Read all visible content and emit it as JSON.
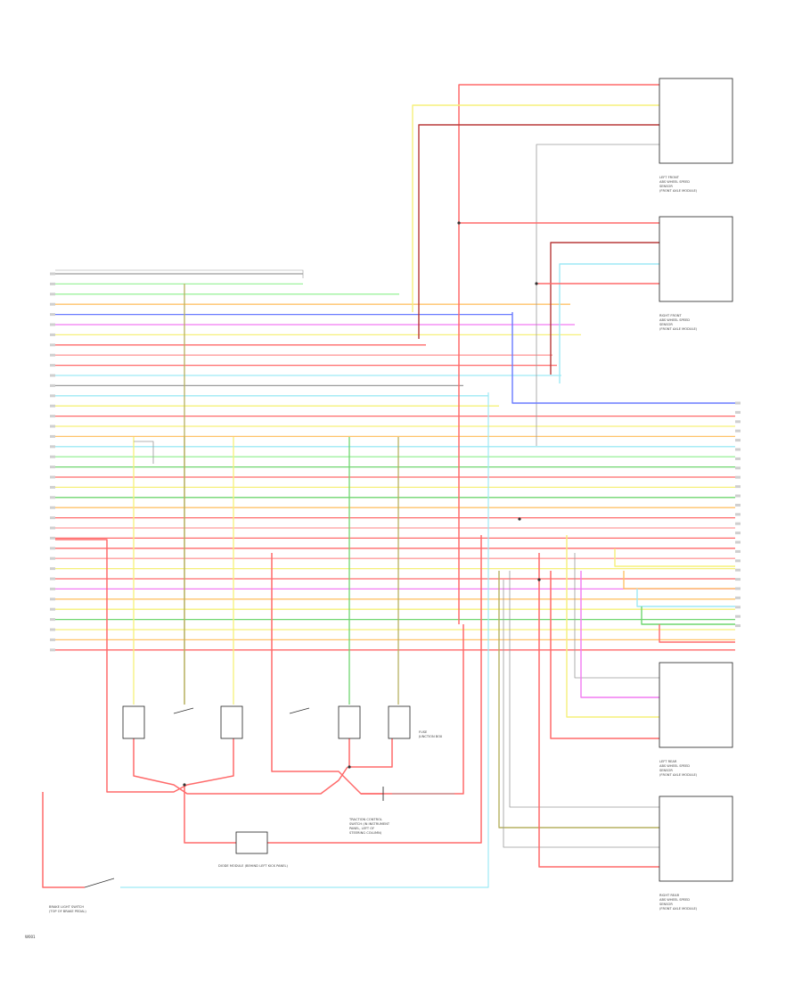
{
  "figure_ref": "W001",
  "colors": {
    "red": "#ff6a6a",
    "pink": "#ff9d9d",
    "yellow": "#f6f07a",
    "lightgreen": "#9ff29f",
    "green": "#6fd66f",
    "cyan": "#9ee9f5",
    "blue": "#6a7bff",
    "magenta": "#f27af2",
    "orange": "#ffc36a",
    "gray": "#9a9a9a",
    "darkred": "#b83a3a",
    "olive": "#b6b060"
  },
  "sensors": [
    {
      "id": "lf",
      "caption": "LEFT FRONT\nABS WHEEL SPEED\nSENSOR\n(FRONT AXLE MODULE)"
    },
    {
      "id": "rf",
      "caption": "RIGHT FRONT\nABS WHEEL SPEED\nSENSOR\n(FRONT AXLE MODULE)"
    },
    {
      "id": "lr",
      "caption": "LEFT REAR\nABS WHEEL SPEED\nSENSOR\n(FRONT AXLE MODULE)"
    },
    {
      "id": "rr",
      "caption": "RIGHT REAR\nABS WHEEL SPEED\nSENSOR\n(FRONT AXLE MODULE)"
    }
  ],
  "lower_labels": {
    "traction_switch": "TRACTION CONTROL\nSWITCH (IN INSTRUMENT\nPANEL, LEFT OF\nSTEERING COLUMN)",
    "diode_module": "DIODE MODULE (BEHIND LEFT KICK PANEL)",
    "brake_switch": "BRAKE LIGHT SWITCH\n(TOP OF BRAKE PEDAL)",
    "fuse_box": "FUSE\nJUNCTION BOX"
  }
}
